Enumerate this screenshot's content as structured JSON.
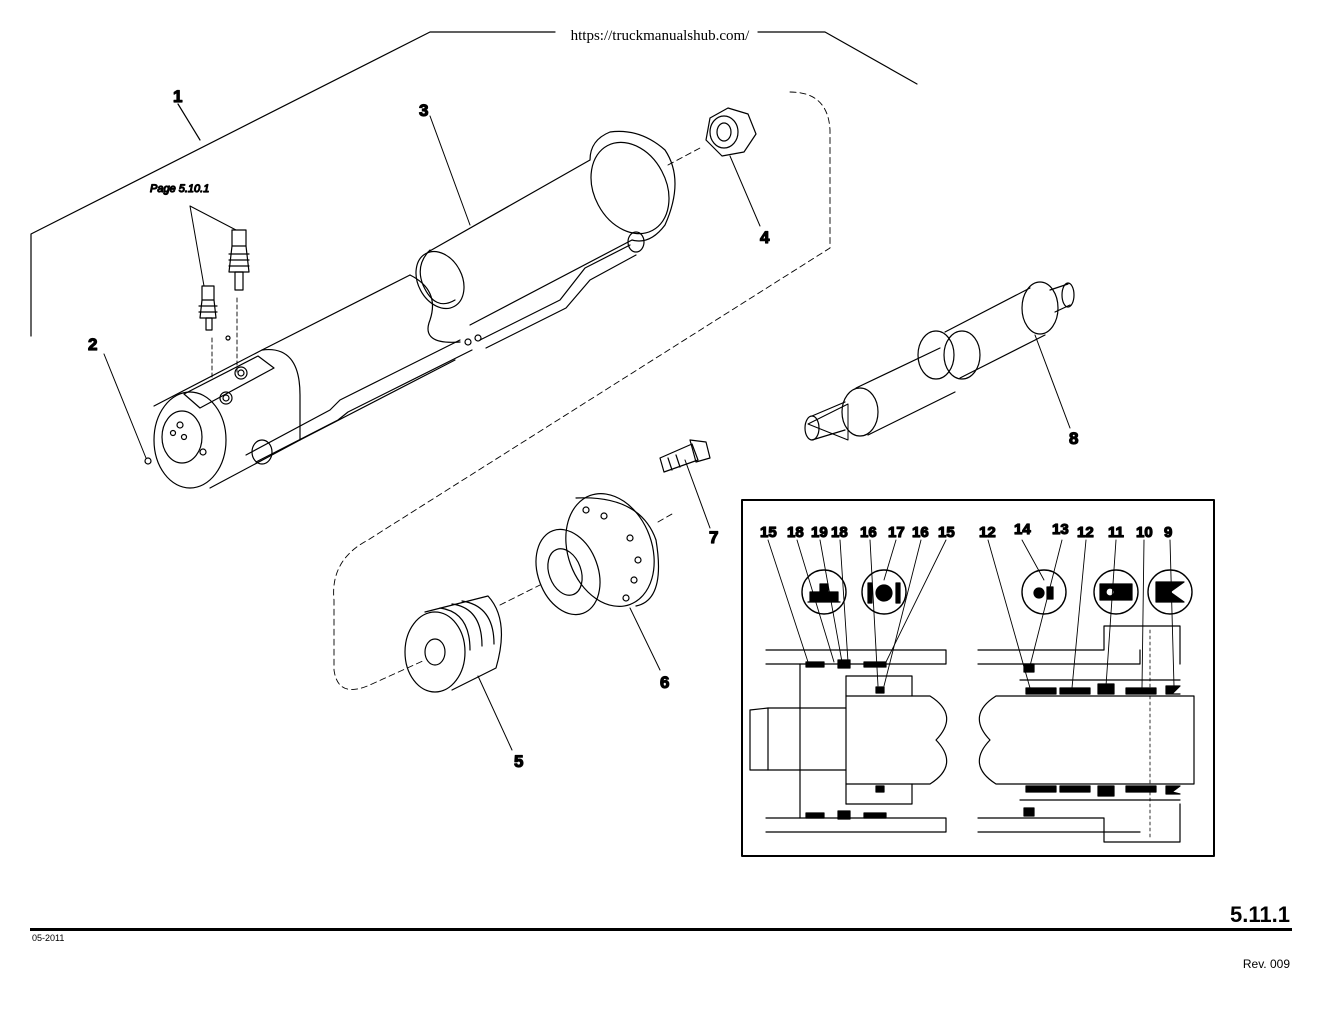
{
  "header": {
    "url": "https://truckmanualshub.com/"
  },
  "reference": {
    "page_ref": "Page 5.10.1"
  },
  "callouts": {
    "p1": "1",
    "p2": "2",
    "p3": "3",
    "p4": "4",
    "p5": "5",
    "p6": "6",
    "p7": "7",
    "p8": "8"
  },
  "detail": {
    "left_labels": [
      "15",
      "18",
      "19",
      "18",
      "16",
      "17",
      "16",
      "15"
    ],
    "right_labels": [
      "12",
      "14",
      "13",
      "12",
      "11",
      "10",
      "9"
    ]
  },
  "footer": {
    "page_number": "5.11.1",
    "date": "05-2011",
    "revision": "Rev. 009"
  }
}
